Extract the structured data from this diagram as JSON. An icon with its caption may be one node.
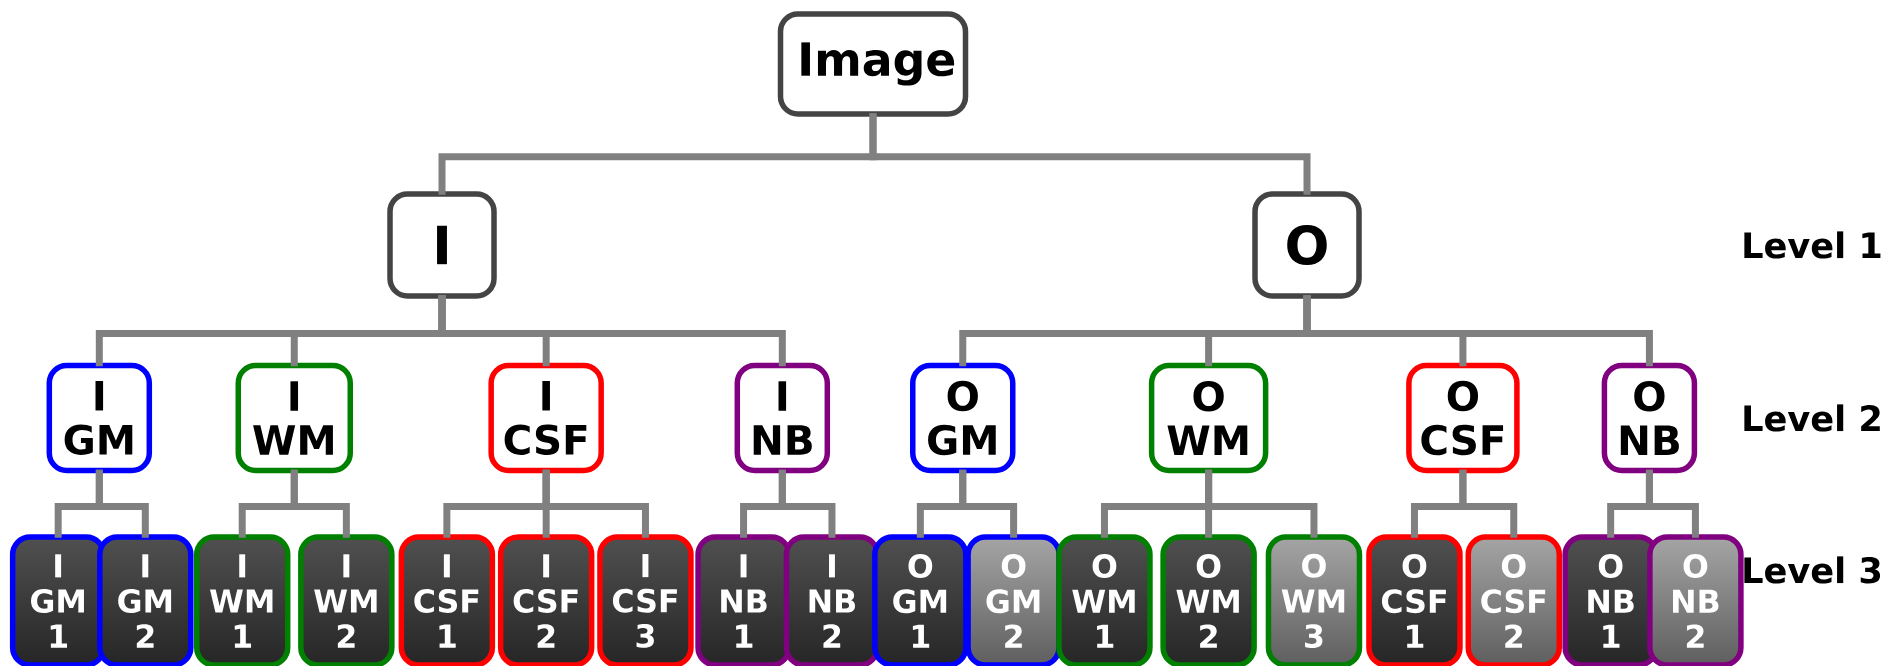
{
  "diagram": {
    "nodes": [
      {
        "text": [
          "Image"
        ]
      },
      {
        "text": [
          "I"
        ]
      },
      {
        "text": [
          "O"
        ]
      },
      {
        "text": [
          "I GM"
        ]
      },
      {
        "text": [
          "I WM"
        ]
      },
      {
        "text": [
          "I CSF"
        ]
      },
      {
        "text": [
          "I NB"
        ]
      },
      {
        "text": [
          "O GM"
        ]
      },
      {
        "text": [
          "O WM"
        ]
      },
      {
        "text": [
          "O CSF"
        ]
      },
      {
        "text": [
          "O NB"
        ]
      },
      {
        "text": [
          "I GM 1"
        ]
      },
      {
        "text": [
          "I GM 2"
        ]
      },
      {
        "text": [
          "I WM 1"
        ]
      },
      {
        "text": [
          "I WM 2"
        ]
      },
      {
        "text": [
          "I CSF 1"
        ]
      },
      {
        "text": [
          "I CSF 2"
        ]
      },
      {
        "text": [
          "I CSF 3"
        ]
      },
      {
        "text": [
          "I NB 1"
        ]
      },
      {
        "text": [
          "I NB 2"
        ]
      },
      {
        "text": [
          "O GM 1"
        ]
      },
      {
        "text": [
          "O GM 2"
        ]
      },
      {
        "text": [
          "O WM 1"
        ]
      },
      {
        "text": [
          "O WM 2"
        ]
      },
      {
        "text": [
          "O WM 3"
        ]
      },
      {
        "text": [
          "O CSF 1"
        ]
      },
      {
        "text": [
          "O CSF 2"
        ]
      },
      {
        "text": [
          "O NB 1"
        ]
      },
      {
        "text": [
          "O NB 2"
        ]
      }
    ],
    "edges": [
      {
        "from": 0,
        "to": 1,
        "arrow": "none"
      },
      {
        "from": 0,
        "to": 2,
        "arrow": "none"
      },
      {
        "from": 1,
        "to": 3,
        "arrow": "none"
      },
      {
        "from": 1,
        "to": 4,
        "arrow": "none"
      },
      {
        "from": 1,
        "to": 5,
        "arrow": "none"
      },
      {
        "from": 1,
        "to": 6,
        "arrow": "none"
      },
      {
        "from": 2,
        "to": 7,
        "arrow": "none"
      },
      {
        "from": 2,
        "to": 8,
        "arrow": "none"
      },
      {
        "from": 2,
        "to": 9,
        "arrow": "none"
      },
      {
        "from": 2,
        "to": 10,
        "arrow": "none"
      },
      {
        "from": 3,
        "to": 11,
        "arrow": "none"
      },
      {
        "from": 3,
        "to": 12,
        "arrow": "none"
      },
      {
        "from": 4,
        "to": 13,
        "arrow": "none"
      },
      {
        "from": 4,
        "to": 14,
        "arrow": "none"
      },
      {
        "from": 5,
        "to": 15,
        "arrow": "none"
      },
      {
        "from": 5,
        "to": 16,
        "arrow": "none"
      },
      {
        "from": 5,
        "to": 17,
        "arrow": "none"
      },
      {
        "from": 6,
        "to": 18,
        "arrow": "none"
      },
      {
        "from": 6,
        "to": 19,
        "arrow": "none"
      },
      {
        "from": 7,
        "to": 20,
        "arrow": "none"
      },
      {
        "from": 7,
        "to": 21,
        "arrow": "none"
      },
      {
        "from": 8,
        "to": 22,
        "arrow": "none"
      },
      {
        "from": 8,
        "to": 23,
        "arrow": "none"
      },
      {
        "from": 8,
        "to": 24,
        "arrow": "none"
      },
      {
        "from": 9,
        "to": 25,
        "arrow": "none"
      },
      {
        "from": 9,
        "to": 26,
        "arrow": "none"
      },
      {
        "from": 10,
        "to": 27,
        "arrow": "none"
      },
      {
        "from": 10,
        "to": 28,
        "arrow": "none"
      }
    ],
    "labels": [
      "Level 1",
      "Level 2",
      "Level 3"
    ]
  }
}
